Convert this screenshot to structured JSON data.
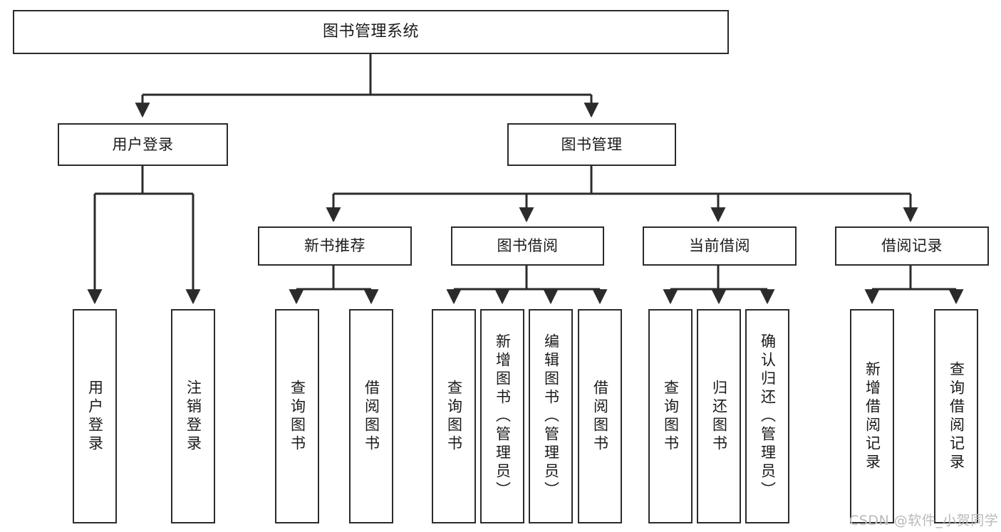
{
  "diagram": {
    "type": "tree",
    "title": "图书管理系统",
    "colors": {
      "box_stroke": "#2b2b2b",
      "box_fill": "#ffffff",
      "edge": "#2b2b2b",
      "watermark": "#b9b9b9",
      "background": "#ffffff"
    },
    "watermark": "CSDN @软件_小贺同学",
    "levels": {
      "root": [
        "图书管理系统"
      ],
      "level2": [
        "用户登录",
        "图书管理"
      ],
      "level3": [
        "新书推荐",
        "图书借阅",
        "当前借阅",
        "借阅记录"
      ],
      "leaves": [
        "用户登录",
        "注销登录",
        "查询图书",
        "借阅图书",
        "查询图书",
        "新增图书（管理员）",
        "编辑图书（管理员）",
        "借阅图书",
        "查询图书",
        "归还图书",
        "确认归还（管理员）",
        "新增借阅记录",
        "查询借阅记录"
      ]
    },
    "nodes": {
      "root": {
        "label": "图书管理系统"
      },
      "user_login": {
        "label": "用户登录"
      },
      "book_mgmt": {
        "label": "图书管理"
      },
      "new_book_rec": {
        "label": "新书推荐"
      },
      "book_borrow": {
        "label": "图书借阅"
      },
      "current_borrow": {
        "label": "当前借阅"
      },
      "borrow_record": {
        "label": "借阅记录"
      },
      "leaf_user_login": {
        "label": "用户登录"
      },
      "leaf_logout": {
        "label": "注销登录"
      },
      "leaf_query_book_a": {
        "label": "查询图书"
      },
      "leaf_borrow_book_a": {
        "label": "借阅图书"
      },
      "leaf_query_book_b": {
        "label": "查询图书"
      },
      "leaf_add_book": {
        "label": "新增图书（管理员）"
      },
      "leaf_edit_book": {
        "label": "编辑图书（管理员）"
      },
      "leaf_borrow_book_b": {
        "label": "借阅图书"
      },
      "leaf_query_book_c": {
        "label": "查询图书"
      },
      "leaf_return_book": {
        "label": "归还图书"
      },
      "leaf_confirm_return": {
        "label": "确认归还（管理员）"
      },
      "leaf_add_record": {
        "label": "新增借阅记录"
      },
      "leaf_query_record": {
        "label": "查询借阅记录"
      }
    },
    "edges": [
      {
        "from": "root",
        "to": "user_login"
      },
      {
        "from": "root",
        "to": "book_mgmt"
      },
      {
        "from": "user_login",
        "to": "leaf_user_login"
      },
      {
        "from": "user_login",
        "to": "leaf_logout"
      },
      {
        "from": "book_mgmt",
        "to": "new_book_rec"
      },
      {
        "from": "book_mgmt",
        "to": "book_borrow"
      },
      {
        "from": "book_mgmt",
        "to": "current_borrow"
      },
      {
        "from": "book_mgmt",
        "to": "borrow_record"
      },
      {
        "from": "new_book_rec",
        "to": "leaf_query_book_a"
      },
      {
        "from": "new_book_rec",
        "to": "leaf_borrow_book_a"
      },
      {
        "from": "book_borrow",
        "to": "leaf_query_book_b"
      },
      {
        "from": "book_borrow",
        "to": "leaf_add_book"
      },
      {
        "from": "book_borrow",
        "to": "leaf_edit_book"
      },
      {
        "from": "book_borrow",
        "to": "leaf_borrow_book_b"
      },
      {
        "from": "current_borrow",
        "to": "leaf_query_book_c"
      },
      {
        "from": "current_borrow",
        "to": "leaf_return_book"
      },
      {
        "from": "current_borrow",
        "to": "leaf_confirm_return"
      },
      {
        "from": "borrow_record",
        "to": "leaf_add_record"
      },
      {
        "from": "borrow_record",
        "to": "leaf_query_record"
      }
    ]
  }
}
